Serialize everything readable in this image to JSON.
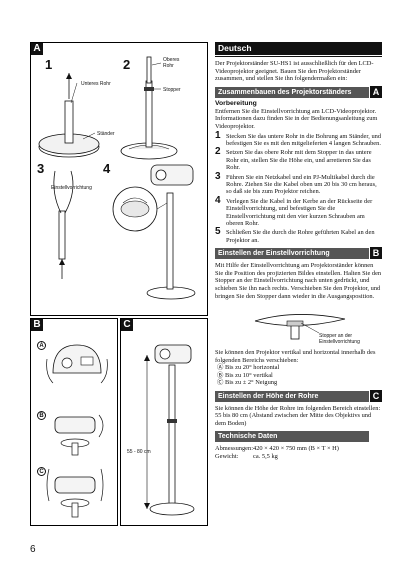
{
  "page_number": "6",
  "figures": {
    "panel_a_tag": "A",
    "panel_b_tag": "B",
    "panel_c_tag": "C",
    "step_1": "1",
    "step_2": "2",
    "step_3": "3",
    "step_4": "4",
    "label_upper_tube_1": "Oberes",
    "label_upper_tube_2": "Rohr",
    "label_lower_tube": "Unteres Rohr",
    "label_stopper": "Stopper",
    "label_stand": "Ständer",
    "label_mount": "Einstellvorrichtung",
    "opt_a": "A",
    "opt_b": "B",
    "opt_c": "C",
    "height_range": "55 - 80 cm",
    "label_stopper_mount_1": "Stopper an der",
    "label_stopper_mount_2": "Einstellvorrichtung"
  },
  "text": {
    "language": "Deutsch",
    "intro": "Der Projektorständer SU-HS1 ist ausschließlich für den LCD-Videoprojektor geeignet. Bauen Sie den Projektorständer zusammen, und stellen Sie ihn folgendermaßen ein:",
    "section_assembly": {
      "title": "Zusammenbauen des Projektorständers",
      "tag": "A"
    },
    "prep_title": "Vorbereitung",
    "prep_text": "Entfernen Sie die Einstellvorrichtung am LCD-Videoprojektor. Informationen dazu finden Sie in der Bedienungsanleitung zum Videoprojektor.",
    "steps": [
      {
        "num": "1",
        "text": "Stecken Sie das untere Rohr in die Bohrung am Ständer, und befestigen Sie es mit den mitgelieferten 4 langen Schrauben."
      },
      {
        "num": "2",
        "text": "Setzen Sie das obere Rohr mit dem Stopper in das untere Rohr ein, stellen Sie die Höhe ein, und arretieren Sie das Rohr."
      },
      {
        "num": "3",
        "text": "Führen Sie ein Netzkabel und ein PJ-Multikabel durch die Rohre. Ziehen Sie die Kabel oben um 20 bis 30 cm heraus, so daß sie bis zum Projektor reichen."
      },
      {
        "num": "4",
        "text": "Verlegen Sie die Kabel in der Kerbe an der Rückseite der Einstellvorrichtung, und befestigen Sie die Einstellvorrichtung mit den vier kurzen Schrauben am oberen Rohr."
      },
      {
        "num": "5",
        "text": "Schließen Sie die durch die Rohre geführten Kabel an den Projektor an."
      }
    ],
    "section_adjust": {
      "title": "Einstellen der Einstellvorrichtung",
      "tag": "B"
    },
    "adjust_text": "Mit Hilfe der Einstellvorrichtung am Projektorständer können Sie die Position des projizierten Bildes einstellen. Halten Sie den Stopper an der Einstellvorrichtung nach unten gedrückt, und schieben Sie ihn nach rechts. Verschieben Sie den Projektor, und bringen Sie den Stopper dann wieder in die Ausgangsposition.",
    "adjust_text2": "Sie können den Projektor vertikal und horizontal innerhalb des folgenden Bereichs verschieben:",
    "ranges": [
      "Ⓐ Bis zu 20° horizontal",
      "Ⓑ Bis zu 10° vertikal",
      "Ⓒ Bis zu ± 2° Neigung"
    ],
    "section_height": {
      "title": "Einstellen der Höhe der Rohre",
      "tag": "C"
    },
    "height_text": "Sie können die Höhe der Rohre im folgenden Bereich einstellen: 55 bis 80 cm (Abstand zwischen der Mitte des Objektivs und dem Boden)",
    "section_specs": {
      "title": "Technische Daten"
    },
    "specs": [
      {
        "key": "Abmessungen:",
        "value": "420 × 420 × 750 mm (B × T × H)"
      },
      {
        "key": "Gewicht:",
        "value": "ca. 5,5 kg"
      }
    ]
  }
}
